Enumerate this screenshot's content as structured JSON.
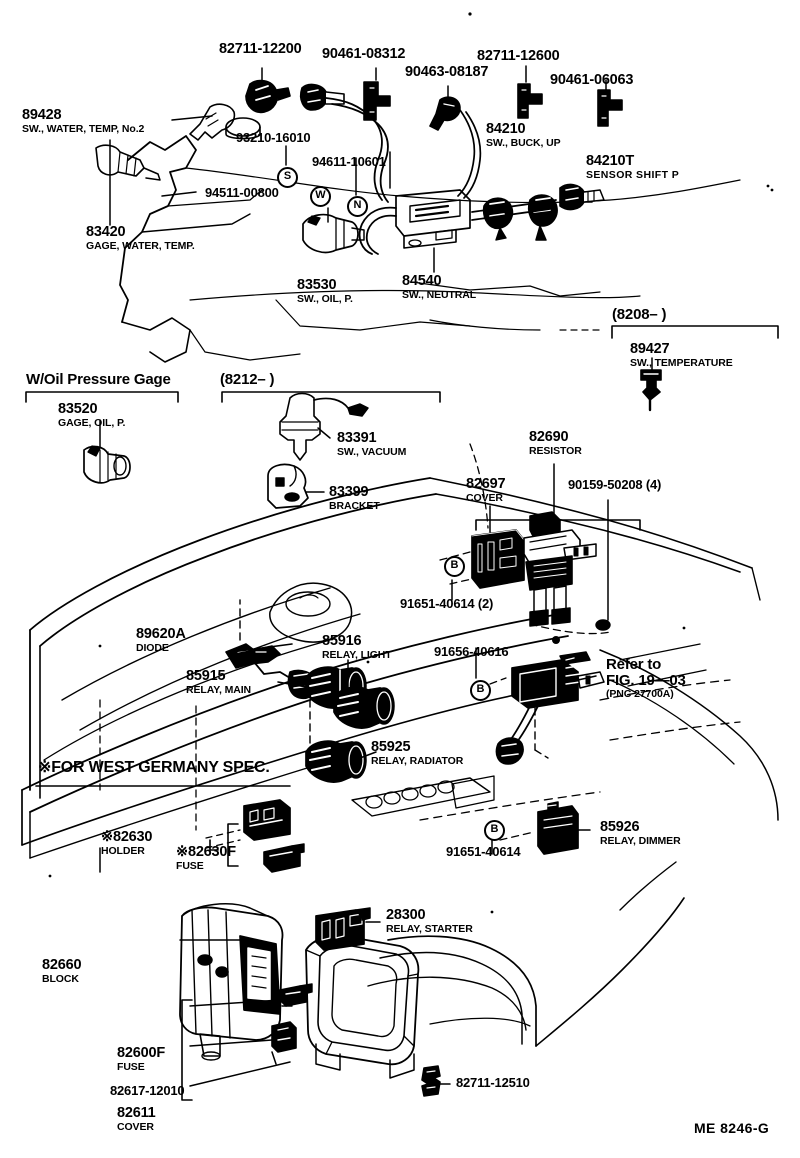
{
  "diagram": {
    "title_code": "ME 8246-G",
    "spec_note": "※FOR WEST GERMANY SPEC.",
    "group_headers": [
      {
        "id": "oil-pressure-gage",
        "text": "W/Oil Pressure Gage"
      },
      {
        "id": "date-range-8212",
        "text": "(8212–          )"
      },
      {
        "id": "date-range-8208",
        "text": "(8208–          )"
      }
    ],
    "cross_reference": {
      "line1": "Refer to",
      "line2": "FIG. 19—03",
      "line3": "(PNC 27700A)"
    },
    "markers": [
      {
        "id": "marker-s",
        "letter": "S"
      },
      {
        "id": "marker-w",
        "letter": "W"
      },
      {
        "id": "marker-n",
        "letter": "N"
      },
      {
        "id": "marker-b-1",
        "letter": "B"
      },
      {
        "id": "marker-b-2",
        "letter": "B"
      },
      {
        "id": "marker-b-3",
        "letter": "B"
      }
    ],
    "parts": [
      {
        "id": "p-89428",
        "number": "89428",
        "desc": "SW., WATER, TEMP, No.2"
      },
      {
        "id": "p-82711-12200",
        "number": "82711-12200",
        "desc": ""
      },
      {
        "id": "p-90461-08312",
        "number": "90461-08312",
        "desc": ""
      },
      {
        "id": "p-90463-08187",
        "number": "90463-08187",
        "desc": ""
      },
      {
        "id": "p-82711-12600",
        "number": "82711-12600",
        "desc": ""
      },
      {
        "id": "p-90461-06063",
        "number": "90461-06063",
        "desc": ""
      },
      {
        "id": "p-93210-16010",
        "number": "93210-16010",
        "desc": ""
      },
      {
        "id": "p-94611-10601",
        "number": "94611-10601",
        "desc": ""
      },
      {
        "id": "p-94511-00800",
        "number": "94511-00800",
        "desc": ""
      },
      {
        "id": "p-84210",
        "number": "84210",
        "desc": "SW., BUCK, UP"
      },
      {
        "id": "p-84210T",
        "number": "84210T",
        "desc": "SENSOR SHIFT P"
      },
      {
        "id": "p-83420",
        "number": "83420",
        "desc": "GAGE, WATER, TEMP."
      },
      {
        "id": "p-83530",
        "number": "83530",
        "desc": "SW., OIL, P."
      },
      {
        "id": "p-84540",
        "number": "84540",
        "desc": "SW., NEUTRAL"
      },
      {
        "id": "p-89427",
        "number": "89427",
        "desc": "SW., TEMPERATURE"
      },
      {
        "id": "p-83520",
        "number": "83520",
        "desc": "GAGE, OIL, P."
      },
      {
        "id": "p-83391",
        "number": "83391",
        "desc": "SW., VACUUM"
      },
      {
        "id": "p-83399",
        "number": "83399",
        "desc": "BRACKET"
      },
      {
        "id": "p-82690",
        "number": "82690",
        "desc": "RESISTOR"
      },
      {
        "id": "p-82697",
        "number": "82697",
        "desc": "COVER"
      },
      {
        "id": "p-90159-50208",
        "number": "90159-50208 (4)",
        "desc": ""
      },
      {
        "id": "p-91651-40614-2",
        "number": "91651-40614 (2)",
        "desc": ""
      },
      {
        "id": "p-89620A",
        "number": "89620A",
        "desc": "DIODE"
      },
      {
        "id": "p-85916",
        "number": "85916",
        "desc": "RELAY, LIGHT"
      },
      {
        "id": "p-85915",
        "number": "85915",
        "desc": "RELAY, MAIN"
      },
      {
        "id": "p-85925",
        "number": "85925",
        "desc": "RELAY, RADIATOR"
      },
      {
        "id": "p-91656-40616",
        "number": "91656-40616",
        "desc": ""
      },
      {
        "id": "p-85926",
        "number": "85926",
        "desc": "RELAY, DIMMER"
      },
      {
        "id": "p-91651-40614",
        "number": "91651-40614",
        "desc": ""
      },
      {
        "id": "p-82630",
        "number": "※82630",
        "desc": "HOLDER"
      },
      {
        "id": "p-82630F",
        "number": "※82630F",
        "desc": "FUSE"
      },
      {
        "id": "p-28300",
        "number": "28300",
        "desc": "RELAY, STARTER"
      },
      {
        "id": "p-82660",
        "number": "82660",
        "desc": "BLOCK"
      },
      {
        "id": "p-82600F",
        "number": "82600F",
        "desc": "FUSE"
      },
      {
        "id": "p-82617-12010",
        "number": "82617-12010",
        "desc": ""
      },
      {
        "id": "p-82611",
        "number": "82611",
        "desc": "COVER"
      },
      {
        "id": "p-82711-12510",
        "number": "82711-12510",
        "desc": ""
      }
    ]
  }
}
